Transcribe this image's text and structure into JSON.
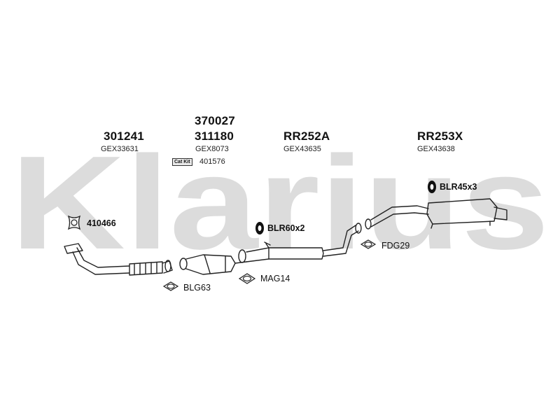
{
  "watermark": {
    "text": "Klarius",
    "color": "#dcdcdc"
  },
  "groups": [
    {
      "part_numbers": [
        "301241"
      ],
      "oe_ref": "GEX33631"
    },
    {
      "part_numbers": [
        "370027",
        "311180"
      ],
      "oe_ref": "GEX8073",
      "cat_kit": {
        "badge": "Cat Kit",
        "number": "401576"
      }
    },
    {
      "part_numbers": [
        "RR252A"
      ],
      "oe_ref": "GEX43635"
    },
    {
      "part_numbers": [
        "RR253X"
      ],
      "oe_ref": "GEX43638"
    }
  ],
  "fittings": [
    {
      "code": "410466",
      "icon": "flange-gasket-icon"
    },
    {
      "code": "BLR60x2",
      "icon": "rubber-mount-icon"
    },
    {
      "code": "BLR45x3",
      "icon": "rubber-mount-icon"
    },
    {
      "code": "FDG29",
      "icon": "gasket-ring-icon"
    },
    {
      "code": "BLG63",
      "icon": "gasket-ring-icon"
    },
    {
      "code": "MAG14",
      "icon": "gasket-ring-icon"
    }
  ]
}
